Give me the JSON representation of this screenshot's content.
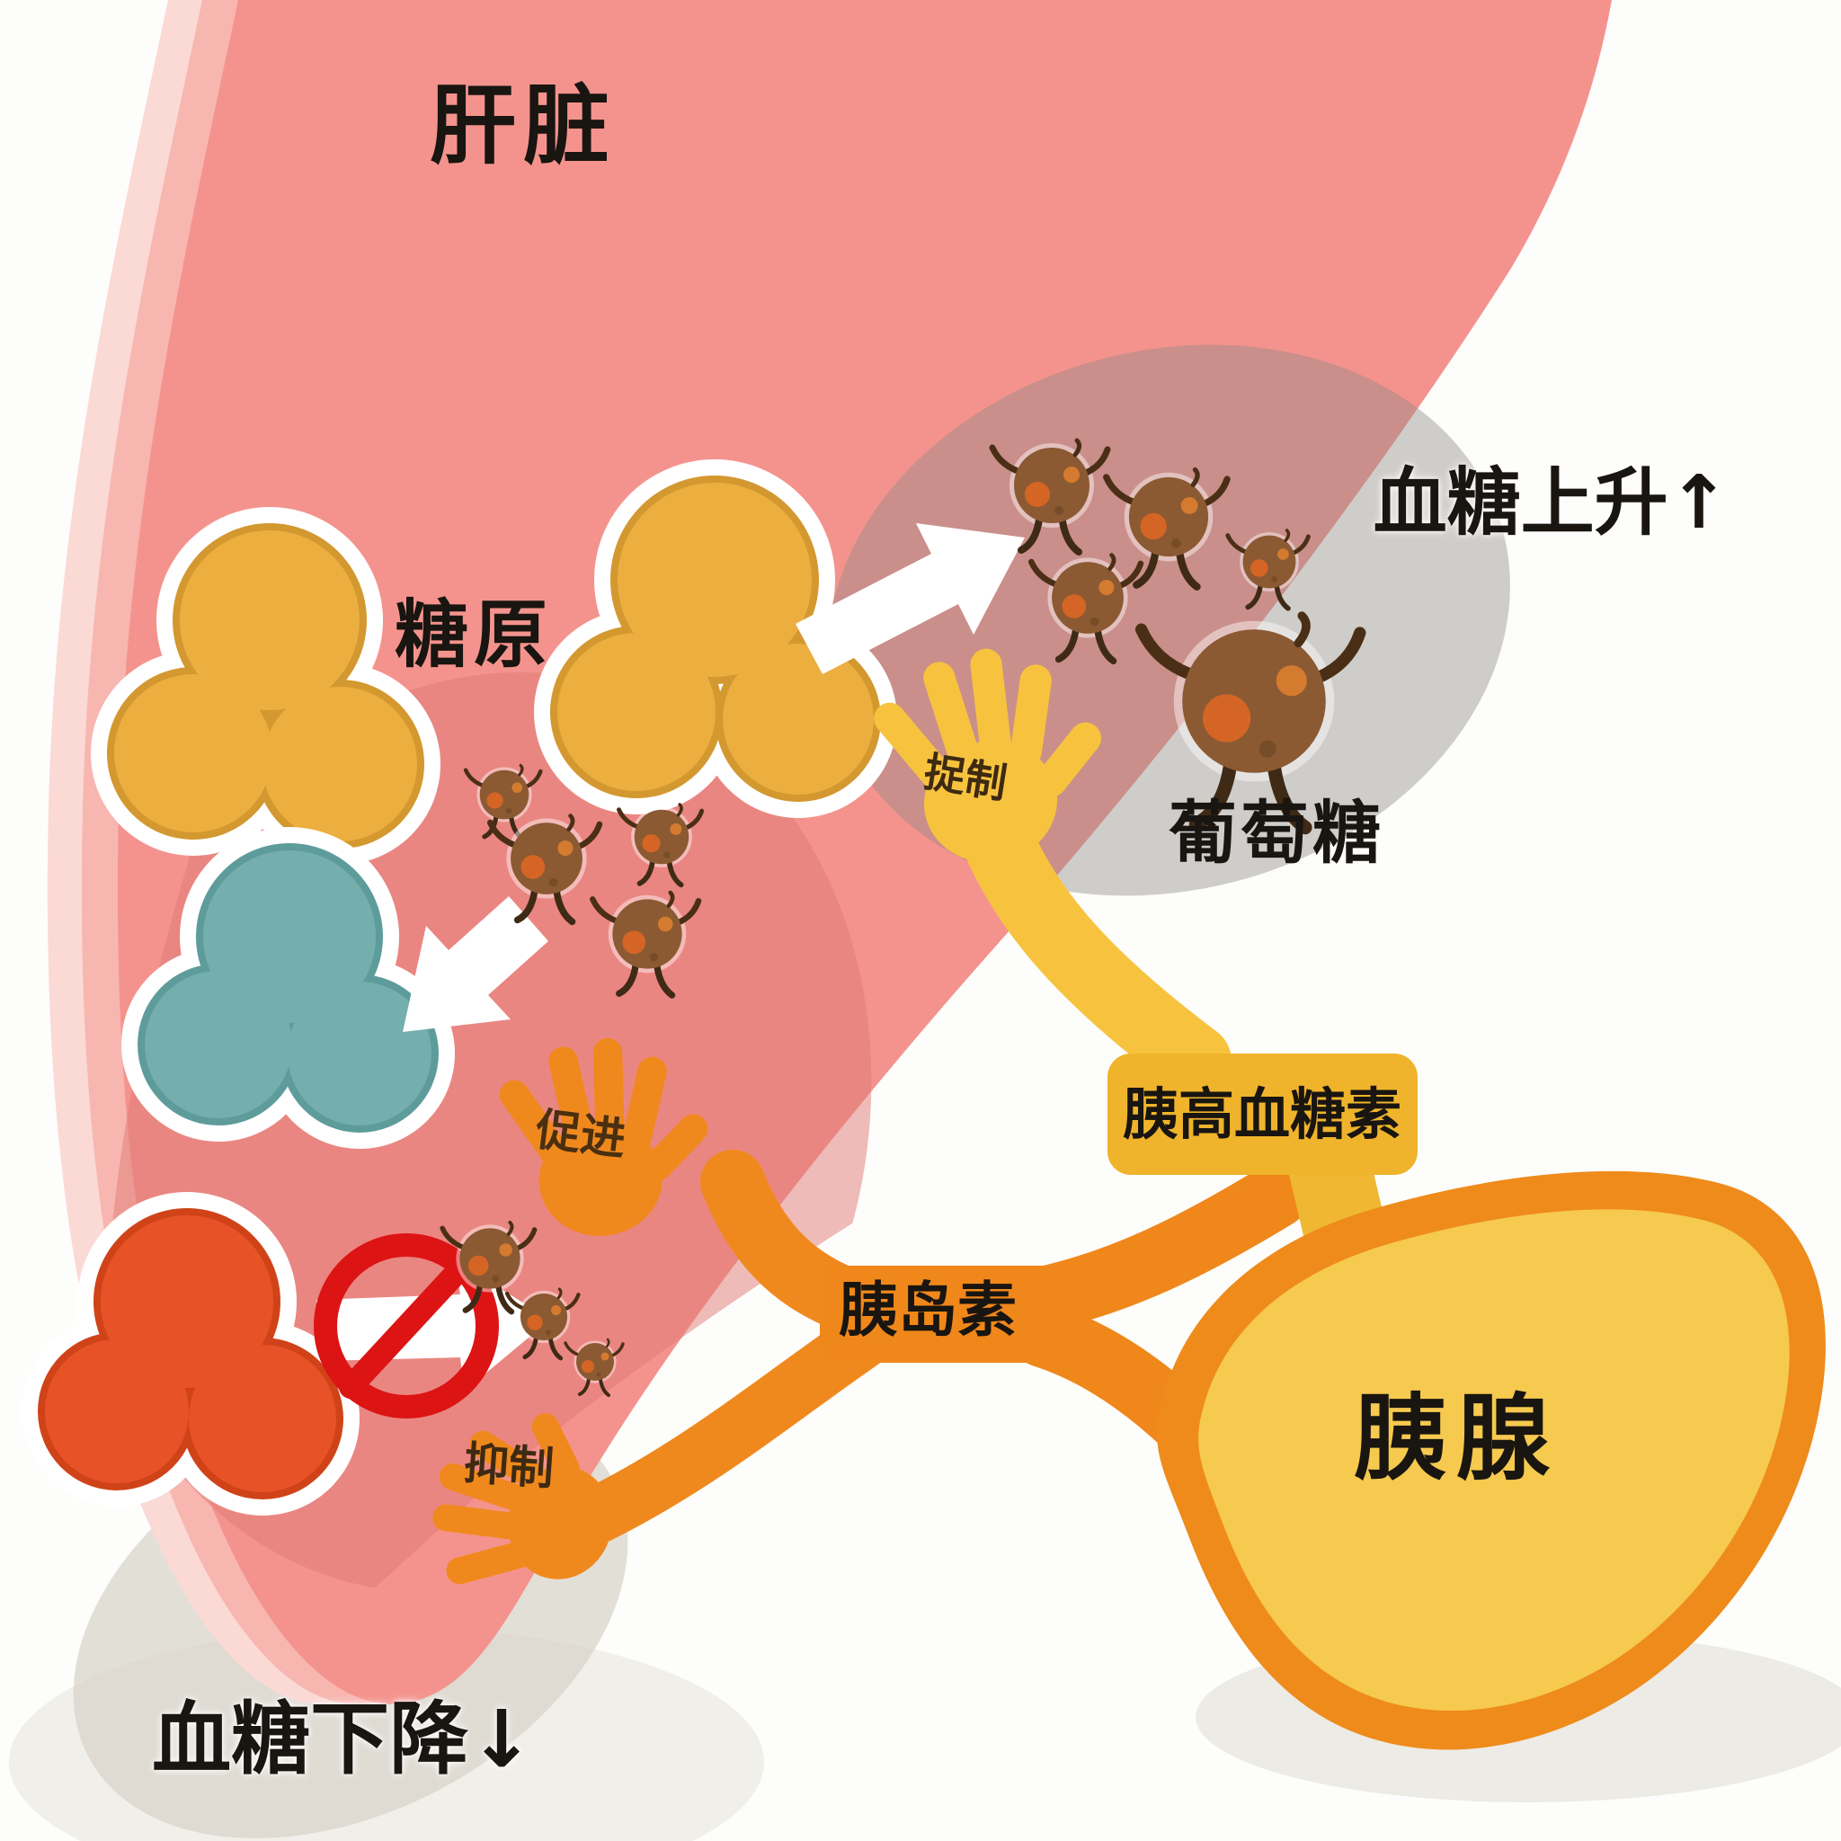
{
  "labels": {
    "liver": "肝脏",
    "glycogen": "糖原",
    "blood_sugar_rise": "血糖上升↑",
    "glucose": "葡萄糖",
    "restrain": "捉制",
    "promote": "促进",
    "inhibit": "抑制",
    "glucagon": "胰高血糖素",
    "insulin": "胰岛素",
    "pancreas": "胰腺",
    "blood_sugar_fall": "血糖下降↓"
  },
  "colors": {
    "background": "#FDFDFB",
    "liver_main": "#F4938D",
    "liver_light_edge": "#F8B6B1",
    "liver_inner_shade": "#E07A75",
    "blood_region_gray": "#8F8B86",
    "glycogen_yellow": "#ECAE3E",
    "glycogen_edge": "#D3982F",
    "blue_blob": "#74AEAD",
    "red_blob": "#E75327",
    "glucose_body_brown": "#8B5A33",
    "glucose_spot_orange": "#DD6622",
    "glucagon_hand_yellow": "#F7C33F",
    "insulin_hand_orange": "#F0891D",
    "glucagon_box_yellow": "#EFB42B",
    "pancreas_border_orange": "#EE8B1B",
    "pancreas_fill_yellow": "#F6C94F",
    "prohibition_red": "#DD1414",
    "text_black": "#191511",
    "arrow_white": "#FFFFFF"
  }
}
